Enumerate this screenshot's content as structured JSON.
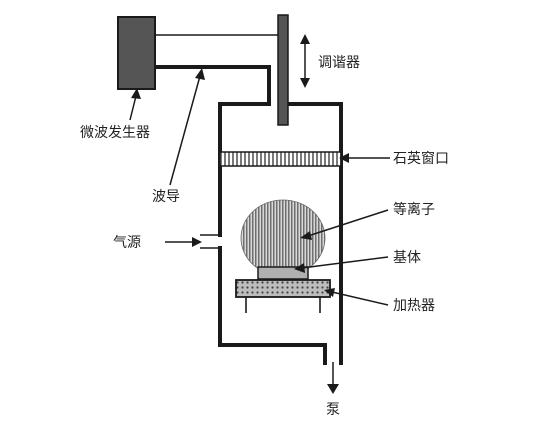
{
  "diagram": {
    "labels": {
      "microwave_generator": "微波发生器",
      "tuner": "调谐器",
      "waveguide": "波导",
      "quartz_window": "石英窗口",
      "plasma": "等离子",
      "gas_source": "气源",
      "substrate": "基体",
      "heater": "加热器",
      "pump": "泵"
    },
    "colors": {
      "ink": "#1a1a1a",
      "generator_fill": "#555555",
      "plasma_fill": "#8a8a8a",
      "substrate_fill": "#b0b0b0",
      "heater_fill": "#9a9a9a",
      "window_fill": "#8c8c8c"
    }
  }
}
